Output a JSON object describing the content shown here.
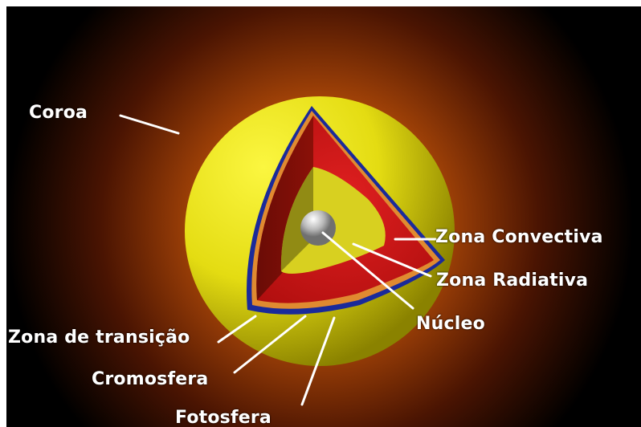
{
  "labels": {
    "coroa": "Coroa",
    "zona_convectiva": "Zona Convectiva",
    "zona_radiativa": "Zona Radiativa",
    "nucleo": "Núcleo",
    "zona_transicao": "Zona de transição",
    "cromosfera": "Cromosfera",
    "fotosfera": "Fotosfera"
  },
  "colors": {
    "background": "#000000",
    "glow_inner": "#d86a10",
    "glow_outer": "#2a0800",
    "surface_yellow": "#e8e010",
    "convective_red": "#d01818",
    "radiative_yellow": "#d8d020",
    "core_gray": "#d0d0d0",
    "photosphere_orange": "#e08a30",
    "chromosphere_blue": "#1a2a9a",
    "pointer_white": "#ffffff"
  }
}
